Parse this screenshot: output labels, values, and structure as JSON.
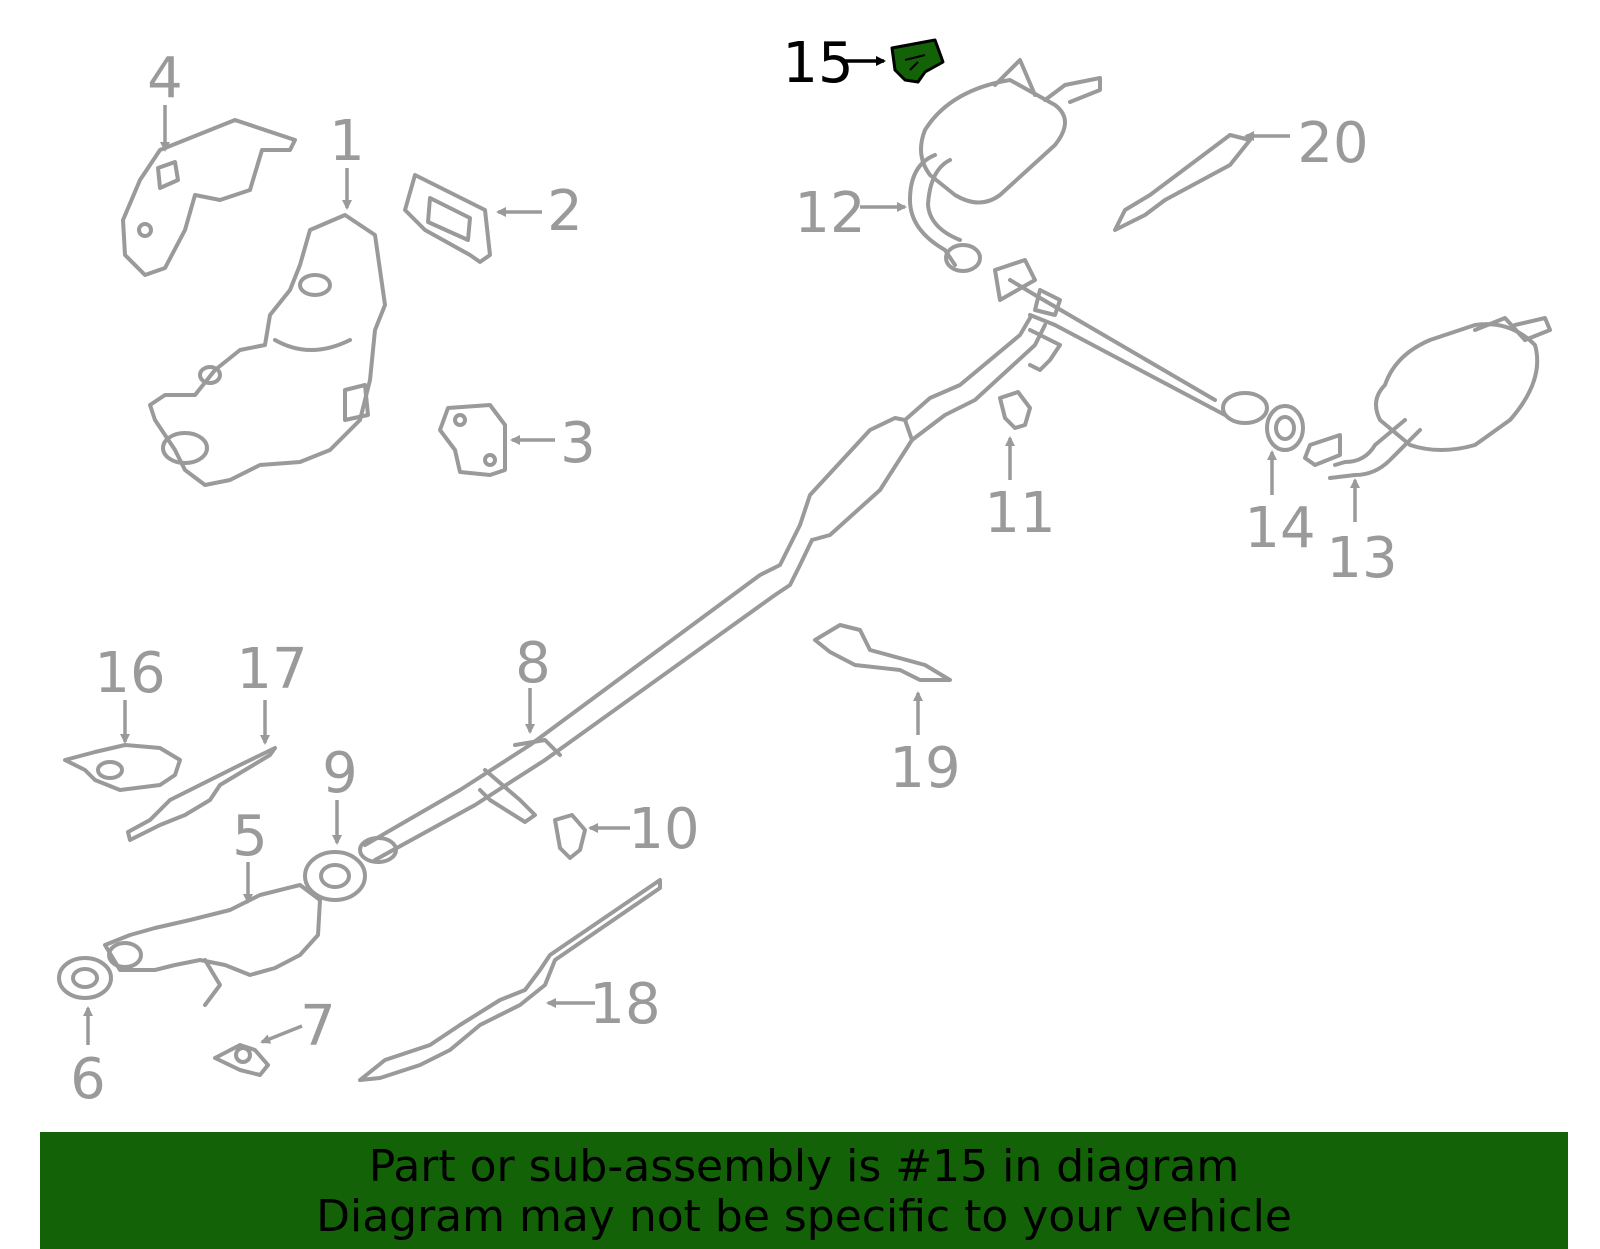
{
  "diagram": {
    "highlighted_part": "15",
    "highlight_color": "#136208",
    "line_color": "#9a9a9a",
    "callouts": [
      "1",
      "2",
      "3",
      "4",
      "5",
      "6",
      "7",
      "8",
      "9",
      "10",
      "11",
      "12",
      "13",
      "14",
      "15",
      "16",
      "17",
      "18",
      "19",
      "20"
    ]
  },
  "banner": {
    "line1": "Part or sub-assembly is #15 in diagram",
    "line2": "Diagram may not be specific to your vehicle",
    "background": "#136208"
  }
}
